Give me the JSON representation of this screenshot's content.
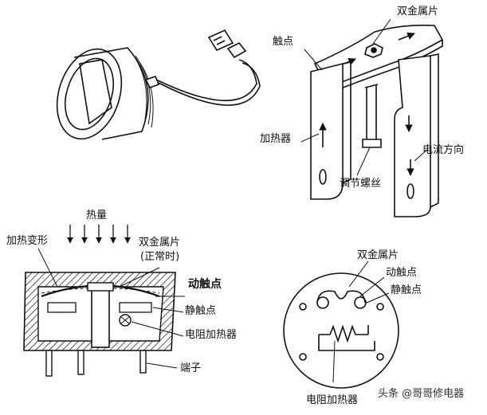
{
  "top_right": {
    "bimetal": "双金属片",
    "contact": "触点",
    "heater": "加热器",
    "current_direction": "电流方向",
    "adjust_screw": "调节螺丝"
  },
  "bottom_left": {
    "heat": "热量",
    "heat_deformation": "加热变形",
    "bimetal": "双金属片",
    "normal": "(正常时)",
    "moving_contact": "动触点",
    "static_contact": "静触点",
    "resistance_heater": "电阻加热器",
    "terminal": "端子"
  },
  "bottom_right": {
    "bimetal": "双金属片",
    "moving_contact": "动触点",
    "static_contact": "静触点",
    "resistance_heater": "电阻加热器"
  },
  "watermark": {
    "text": "头条 @哥哥修电器"
  }
}
